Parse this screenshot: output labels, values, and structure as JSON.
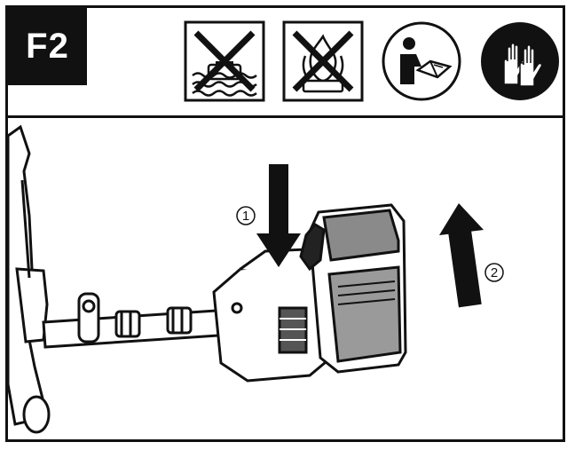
{
  "panel": {
    "label": "F2"
  },
  "safety_symbols": [
    {
      "icon": "no-water-immersion-icon"
    },
    {
      "icon": "no-fire-icon"
    },
    {
      "icon": "read-manual-icon"
    },
    {
      "icon": "wear-gloves-icon"
    }
  ],
  "steps": [
    {
      "number": "1",
      "icon": "press-down-arrow-icon"
    },
    {
      "number": "2",
      "icon": "slide-up-arrow-icon"
    }
  ],
  "colors": {
    "ink": "#111111",
    "paper": "#ffffff",
    "gray": "#9a9a9a"
  }
}
